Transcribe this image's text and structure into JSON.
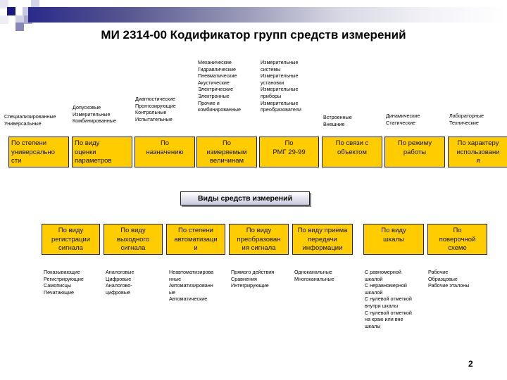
{
  "slide": {
    "title": "МИ 2314-00 Кодификатор групп средств измерений",
    "page_number": "2",
    "colors": {
      "box_fill": "#ffcc00",
      "box_border": "#222222",
      "accent_navy": "#1a1a7a"
    }
  },
  "top_notes": [
    {
      "text": "Специализированные\nУниверсальные"
    },
    {
      "text": "Допусковые\nИзмерительные\nКомбинированные"
    },
    {
      "text": "Диагностические\nПрогнозирующие\nКонтрольные\nИспытательные"
    },
    {
      "text": "Механические\nГидравлические\nПневматические\nАкустические\nЭлектрические\nЭлектронные\nПрочие и\nкомбинированные"
    },
    {
      "text": "Измерительные\nсистемы\nИзмерительные\nустановки\nИзмерительные\nприборы\nИзмерительные\nпреобразователи"
    },
    {
      "text": "Встроенные\nВнешние"
    },
    {
      "text": "Динамические\nСтатические"
    },
    {
      "text": "Лабораторные\nТехнические"
    }
  ],
  "top_boxes": [
    {
      "label": "По      степени\nуниверсально\nсти"
    },
    {
      "label": "По           виду\nоценки\nпараметров"
    },
    {
      "label": "По\nназначению"
    },
    {
      "label": "По\nизмеряемым\nвеличинам"
    },
    {
      "label": "По\nРМГ 29-99"
    },
    {
      "label": "По связи с\nобъектом"
    },
    {
      "label": "По режиму\nработы"
    },
    {
      "label": "По характеру\nиспользовани\nя"
    }
  ],
  "center": {
    "label": "Виды средств измерений"
  },
  "bottom_boxes": [
    {
      "label": "По виду\nрегистрации\nсигнала"
    },
    {
      "label": "По виду\nвыходного\nсигнала"
    },
    {
      "label": "По степени\nавтоматизаци\nи"
    },
    {
      "label": "По виду\nпреобразован\nия сигнала"
    },
    {
      "label": "По виду приема\nпередачи\nинформации"
    },
    {
      "label": "По виду\nшкалы"
    },
    {
      "label": "По\nповерочной\nсхеме"
    }
  ],
  "bottom_notes": [
    {
      "text": "Показывающие\nРегистрирующие\nСамописцы\nПечатающие"
    },
    {
      "text": "Аналоговые\nЦифровые\nАналогово-\nцифровые"
    },
    {
      "text": "Неавтоматизирова\nнные\nАвтоматизированн\nые\nАвтоматические"
    },
    {
      "text": "Прямого действия\nСравнения\nИнтегрирующие"
    },
    {
      "text": "Одноканальные\nМногоканальные"
    },
    {
      "text": "С равномерной\nшкалой\nС неравномерной\nшкалой\nС нулевой отметкой\nвнутри шкалы\nС нулевой отметкой\nна краю или вне\nшкалы"
    },
    {
      "text": "Рабочие\nОбразцовые\nРабочие эталоны"
    }
  ]
}
